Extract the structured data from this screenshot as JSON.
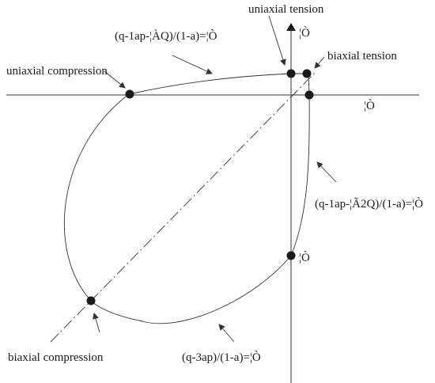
{
  "labels": {
    "uniaxial_tension": "uniaxial tension",
    "biaxial_tension": "biaxial tension",
    "uniaxial_compression": "uniaxial compression",
    "biaxial_compression": "biaxial compression"
  },
  "formulas": {
    "top_curve": "(q-1ap-¦ÀQ)/(1-a)=¦Ò",
    "right_curve": "(q-1ap-¦Ã2Q)/(1-a)=¦Ò",
    "bottom_curve": "(q-3ap)/(1-a)=¦Ò"
  },
  "axes": {
    "horizontal_axis_label": "¦Ò",
    "vertical_axis_label": "¦Ò",
    "point_label": "¦Ò"
  },
  "colors": {
    "line": "#333333",
    "point": "#1a1a1a",
    "background": "#ffffff"
  }
}
